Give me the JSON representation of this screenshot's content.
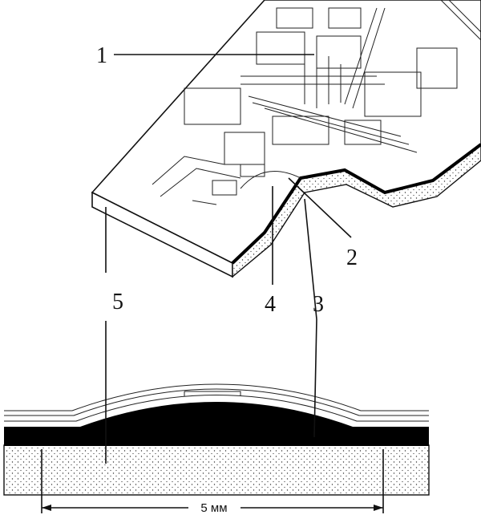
{
  "labels": {
    "one": "1",
    "two": "2",
    "three": "3",
    "four": "4",
    "five": "5"
  },
  "dimension": {
    "text": "5 мм"
  },
  "colors": {
    "ink": "#111111",
    "paper": "#ffffff"
  }
}
